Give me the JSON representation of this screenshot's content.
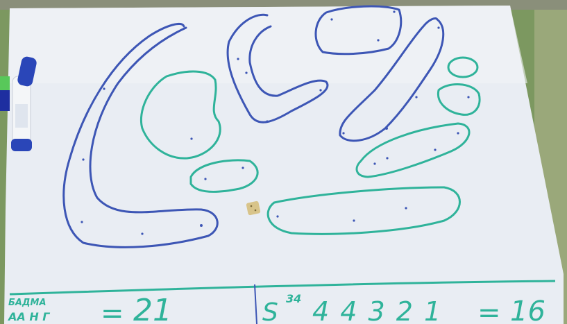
{
  "scene": {
    "description_colors": {
      "table": "#7e9a5f",
      "board": "#e8ecf2",
      "blue_ink": "#3d56b5",
      "teal_ink": "#2fb39a",
      "marker_body": "#f4f6f8",
      "marker_cap": "#2a46b8"
    }
  },
  "equation_left": {
    "label_top": "БАДМА",
    "label_bottom": "АА Н Г",
    "equals": "=",
    "result": "21"
  },
  "equation_right": {
    "prefix": "S",
    "superscript": "34",
    "terms": "4 4 3 2 1",
    "equals": "=",
    "result": "16"
  }
}
